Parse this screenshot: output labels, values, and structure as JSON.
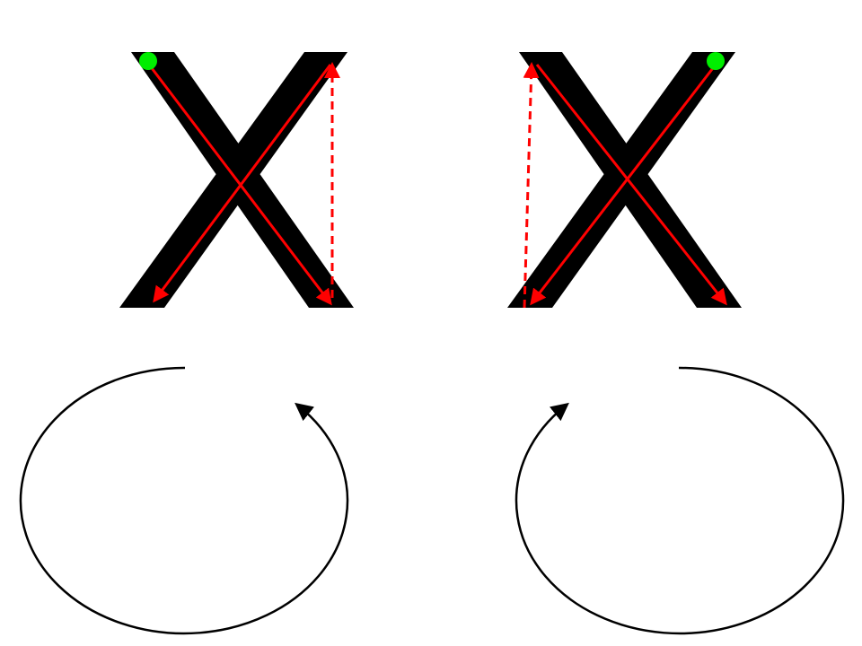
{
  "colors": {
    "background": "#ffffff",
    "letter_fill": "#000000",
    "stroke_arrow": "#ff0000",
    "start_dot": "#00ee00",
    "direction_arc": "#000000"
  },
  "icons": {
    "start_marker": "start-dot",
    "stroke_direction": "arrow",
    "rotation_hint": "curved-arrow"
  },
  "panels": [
    {
      "id": "left",
      "letter": "X",
      "rotation": "counterclockwise"
    },
    {
      "id": "right",
      "letter": "X",
      "rotation": "clockwise"
    }
  ]
}
